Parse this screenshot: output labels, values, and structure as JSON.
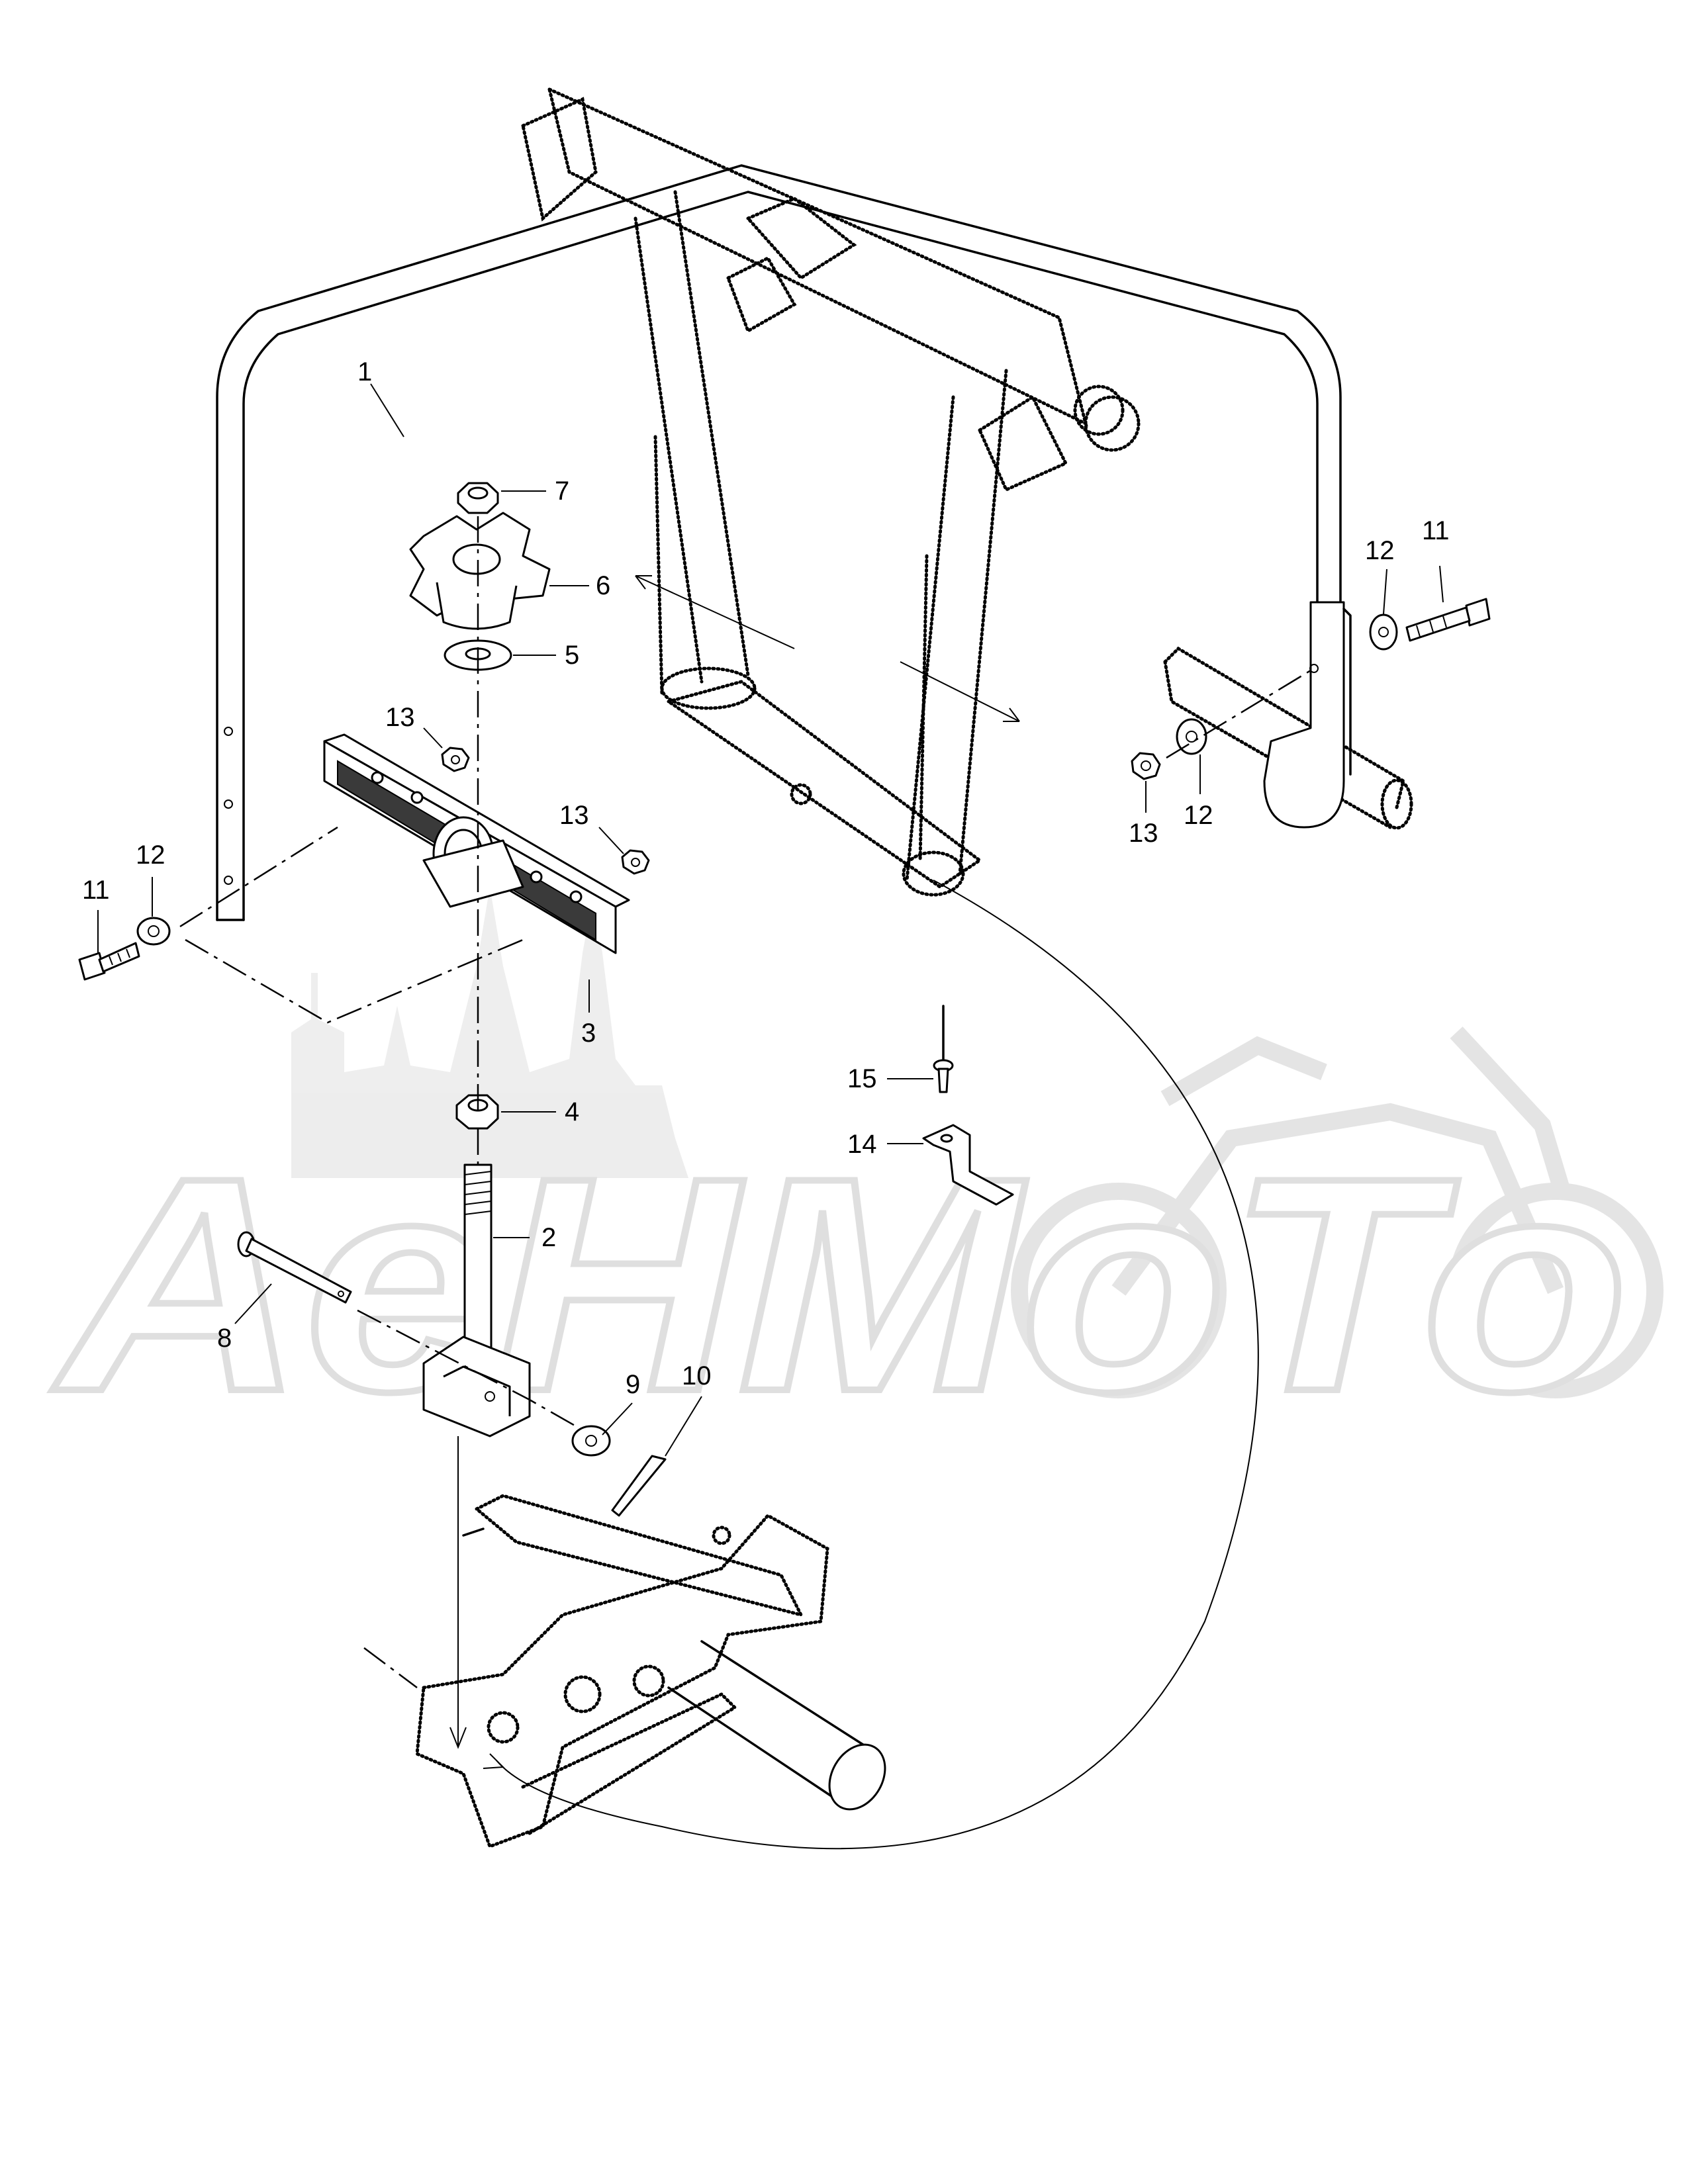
{
  "watermark": {
    "text": "AeHMoTo"
  },
  "callouts": [
    {
      "id": "1",
      "label": "1"
    },
    {
      "id": "2",
      "label": "2"
    },
    {
      "id": "3",
      "label": "3"
    },
    {
      "id": "4",
      "label": "4"
    },
    {
      "id": "5",
      "label": "5"
    },
    {
      "id": "6",
      "label": "6"
    },
    {
      "id": "7",
      "label": "7"
    },
    {
      "id": "8",
      "label": "8"
    },
    {
      "id": "9",
      "label": "9"
    },
    {
      "id": "10",
      "label": "10"
    },
    {
      "id": "11a",
      "label": "11"
    },
    {
      "id": "11b",
      "label": "11"
    },
    {
      "id": "12a",
      "label": "12"
    },
    {
      "id": "12b",
      "label": "12"
    },
    {
      "id": "12c",
      "label": "12"
    },
    {
      "id": "13a",
      "label": "13"
    },
    {
      "id": "13b",
      "label": "13"
    },
    {
      "id": "13c",
      "label": "13"
    },
    {
      "id": "14",
      "label": "14"
    },
    {
      "id": "15",
      "label": "15"
    }
  ],
  "colors": {
    "line": "#000000",
    "watermark": "#dcdcdc",
    "background": "#ffffff"
  }
}
